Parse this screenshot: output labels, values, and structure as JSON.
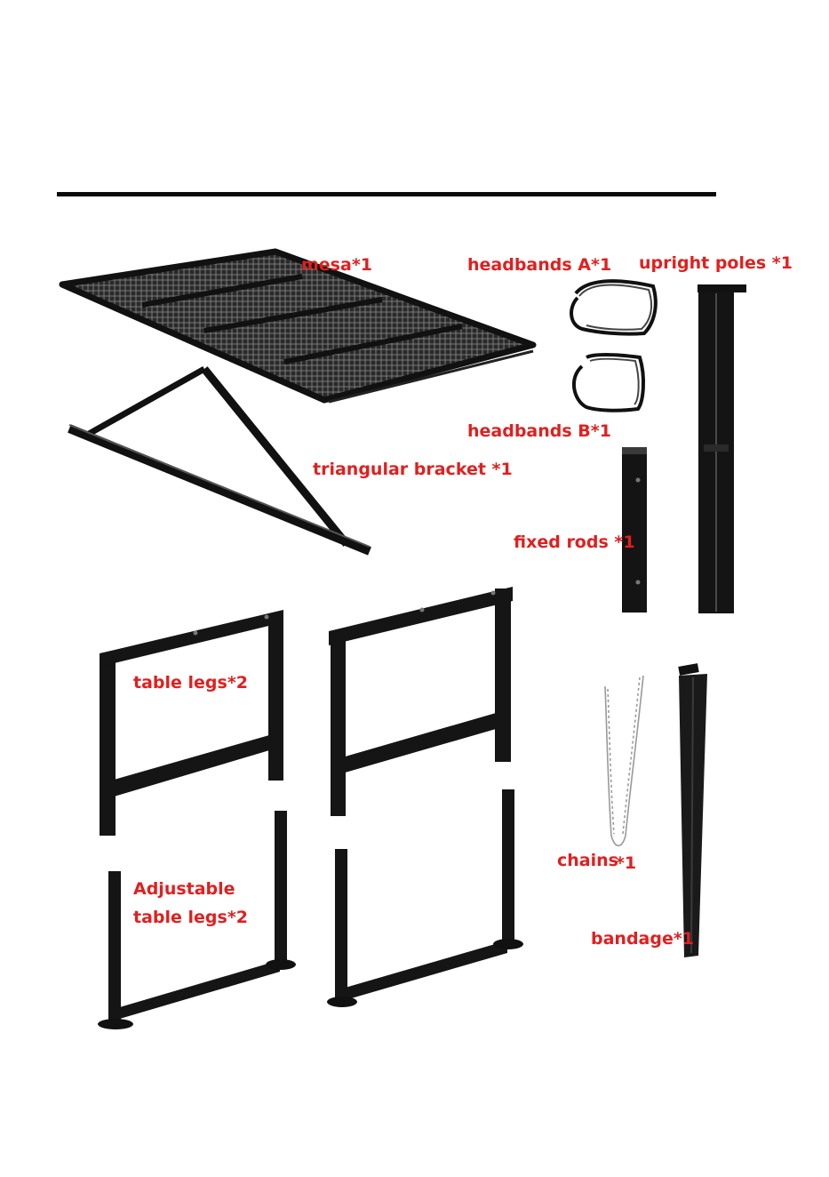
{
  "colors": {
    "label": "#e0201f",
    "parts": "#111111",
    "rule": "#0b0b0b",
    "chain": "#9a9a9a"
  },
  "labels": {
    "mesa": "mesa*1",
    "headband_a": "headbands A*1",
    "upright_poles": "upright poles *1",
    "headband_b": "headbands B*1",
    "triangular_bracket": "triangular bracket *1",
    "fixed_rods": "fixed rods *1",
    "table_legs": "table legs*2",
    "chains": "chains",
    "chains_qty": "*1",
    "adjustable_line1": "Adjustable",
    "adjustable_line2": "table legs*2",
    "bandage": "bandage*1"
  }
}
